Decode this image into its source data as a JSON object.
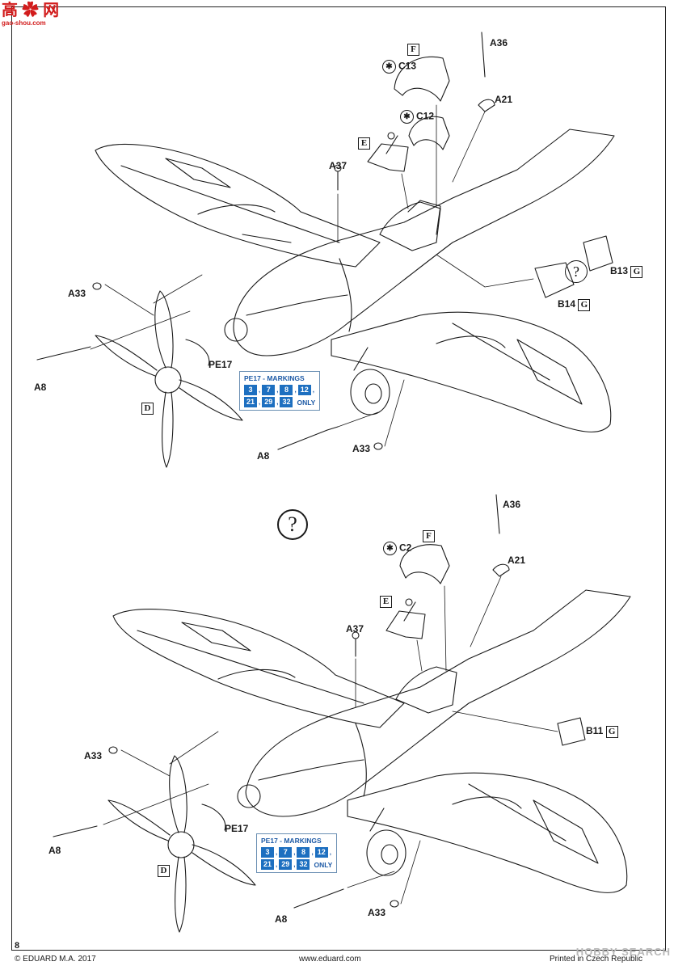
{
  "site_logo": {
    "glyphs": "高 ✿ 网",
    "domain": "gao-shou.com"
  },
  "page_number": "8",
  "footer": {
    "copyright": "© EDUARD M.A. 2017",
    "website": "www.eduard.com",
    "printed": "Printed in Czech Republic"
  },
  "watermark": "HOBBY SEARCH",
  "upper": {
    "option_symbol": "?",
    "parts": {
      "c13": "C13",
      "c12": "C12",
      "a36": "A36",
      "a21": "A21",
      "a37": "A37",
      "a33_top": "A33",
      "a33_bottom": "A33",
      "a8_top": "A8",
      "a8_bottom": "A8",
      "pe17": "PE17",
      "b13": "B13",
      "b14": "B14"
    },
    "boxes": {
      "f": "F",
      "e": "E",
      "d": "D",
      "g1": "G",
      "g2": "G"
    },
    "markings": {
      "title": "PE17 - MARKINGS",
      "row1": [
        "3",
        "7",
        "8",
        "12"
      ],
      "row2": [
        "21",
        "29",
        "32"
      ],
      "suffix": "ONLY"
    }
  },
  "lower": {
    "option_symbol": "?",
    "parts": {
      "c2": "C2",
      "a36": "A36",
      "a21": "A21",
      "a37": "A37",
      "a33_top": "A33",
      "a33_bottom": "A33",
      "a8_top": "A8",
      "a8_bottom": "A8",
      "pe17": "PE17",
      "b11": "B11"
    },
    "boxes": {
      "f": "F",
      "e": "E",
      "d": "D",
      "g": "G"
    },
    "markings": {
      "title": "PE17 - MARKINGS",
      "row1": [
        "3",
        "7",
        "8",
        "12"
      ],
      "row2": [
        "21",
        "29",
        "32"
      ],
      "suffix": "ONLY"
    }
  }
}
